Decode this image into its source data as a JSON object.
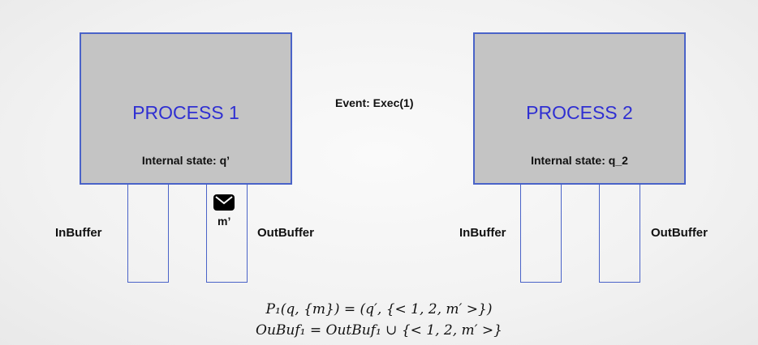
{
  "process1": {
    "title": "PROCESS 1",
    "state": "Internal state: q’",
    "in_label": "InBuffer",
    "out_label": "OutBuffer",
    "message_label": "m’"
  },
  "process2": {
    "title": "PROCESS 2",
    "state": "Internal state: q_2",
    "in_label": "InBuffer",
    "out_label": "OutBuffer"
  },
  "event": "Event: Exec(1)",
  "formulas": [
    "P₁(q, {m}) = (q′, {< 1, 2, m′ >})",
    "OuBuf₁ = OutBuf₁ ∪ {< 1, 2, m′ >}"
  ],
  "colors": {
    "process_fill": "#c4c4c4",
    "border": "#4a63c8",
    "title": "#2f2fd2"
  },
  "icons": {
    "message": "envelope-icon"
  }
}
